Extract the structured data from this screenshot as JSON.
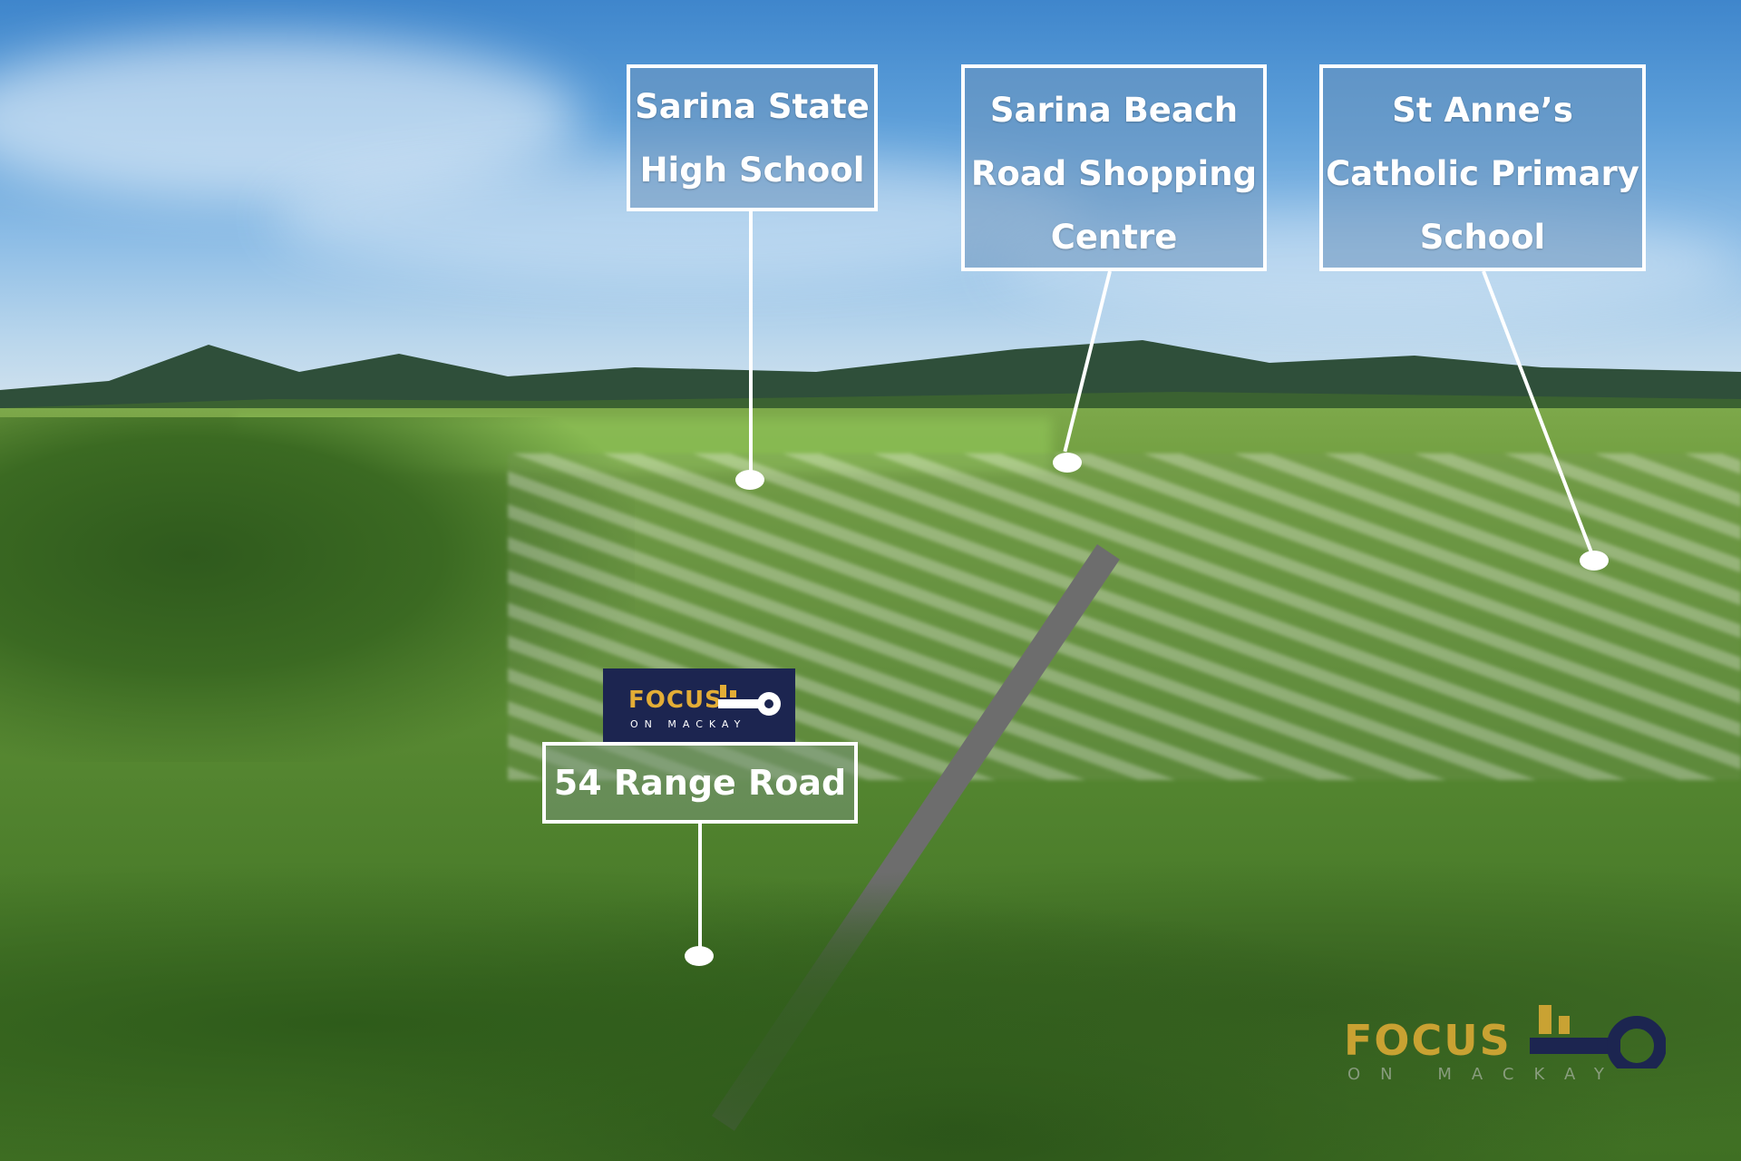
{
  "photo": {
    "subject": "aerial view of Sarina town with callouts",
    "colors": {
      "navy": "#1c2550",
      "gold": "#e3ad36",
      "callout_border": "#ffffff"
    }
  },
  "callouts": [
    {
      "lines": [
        "Sarina State",
        "High School"
      ]
    },
    {
      "lines": [
        "Sarina Beach",
        "Road Shopping",
        "Centre"
      ]
    },
    {
      "lines": [
        "St Anne’s",
        "Catholic Primary",
        "School"
      ]
    }
  ],
  "property": {
    "address": "54 Range Road"
  },
  "logo": {
    "title": "FOCUS",
    "subtitle": "ON MACKAY"
  },
  "watermark": {
    "title": "FOCUS",
    "subtitle": "ON MACKAY"
  }
}
